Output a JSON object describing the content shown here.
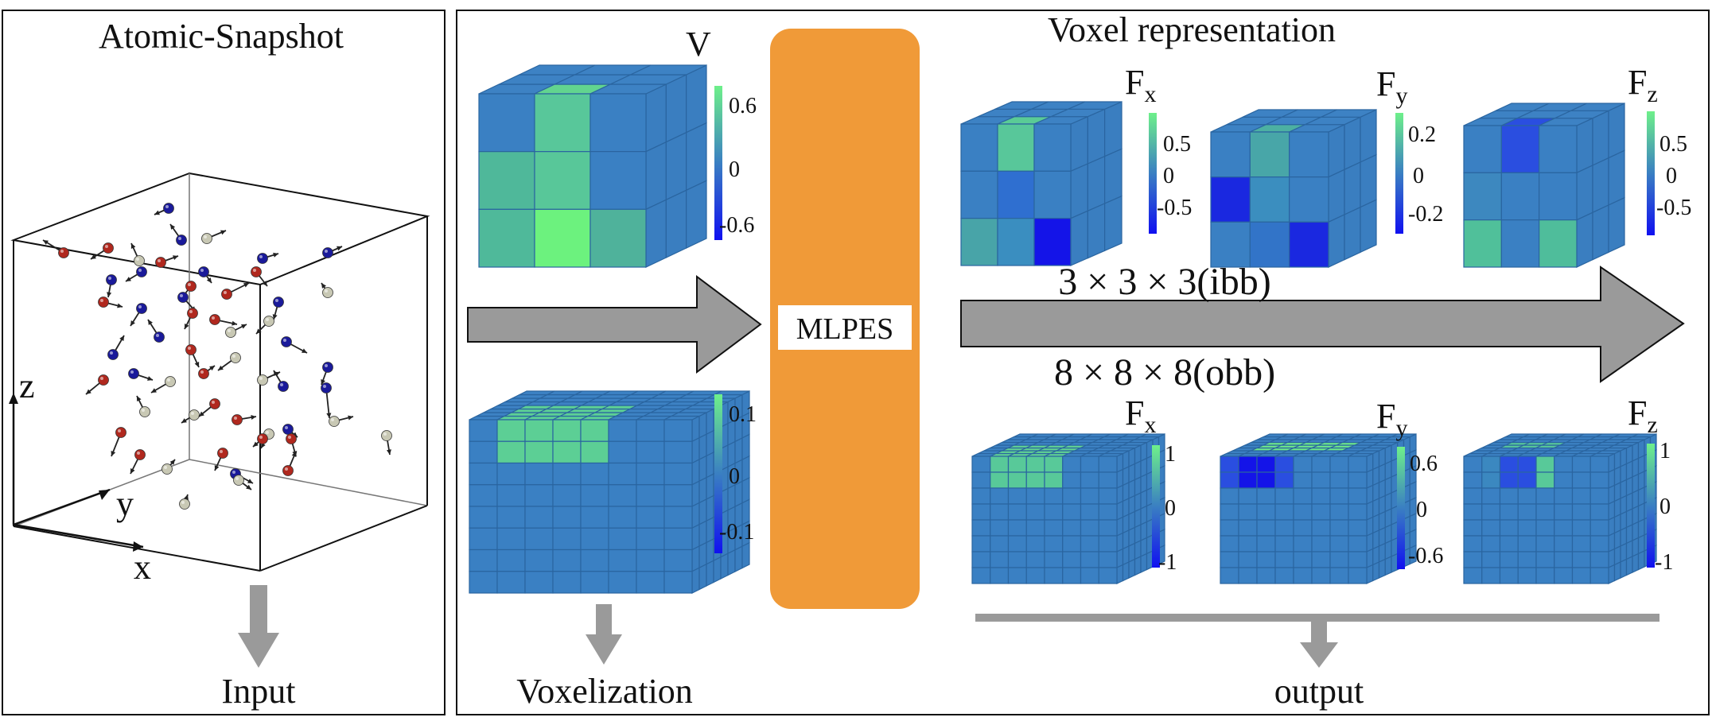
{
  "panels": {
    "left_title": "Atomic-Snapshot",
    "left_caption": "Input",
    "right_title": "Voxel representation",
    "voxelization_caption": "Voxelization",
    "output_caption": "output",
    "model_label": "MLPES"
  },
  "axes": {
    "x": "x",
    "y": "y",
    "z": "z"
  },
  "grid_labels": {
    "ibb": "3 × 3 × 3(ibb)",
    "obb": "8 × 8 × 8(obb)"
  },
  "input_cubes": {
    "V": {
      "label": "V",
      "ticks": [
        "0.6",
        "0",
        "-0.6"
      ]
    },
    "V8": {
      "ticks": [
        "0.1",
        "0",
        "-0.1"
      ]
    }
  },
  "output_cubes_ibb": [
    {
      "main": "F",
      "sub": "x",
      "ticks": [
        "0.5",
        "0",
        "-0.5"
      ]
    },
    {
      "main": "F",
      "sub": "y",
      "ticks": [
        "0.2",
        "0",
        "-0.2"
      ]
    },
    {
      "main": "F",
      "sub": "z",
      "ticks": [
        "0.5",
        "0",
        "-0.5"
      ]
    }
  ],
  "output_cubes_obb": [
    {
      "main": "F",
      "sub": "x",
      "ticks": [
        "1",
        "0",
        "-1"
      ]
    },
    {
      "main": "F",
      "sub": "y",
      "ticks": [
        "0.6",
        "0",
        "-0.6"
      ]
    },
    {
      "main": "F",
      "sub": "z",
      "ticks": [
        "1",
        "0",
        "-1"
      ]
    }
  ],
  "colors": {
    "voxel_base": "#3a7fc2",
    "voxel_high": "#6ee08a",
    "voxel_low": "#1a1ae0",
    "model_box": "#f09a38",
    "arrow": "#9a9a9a"
  }
}
